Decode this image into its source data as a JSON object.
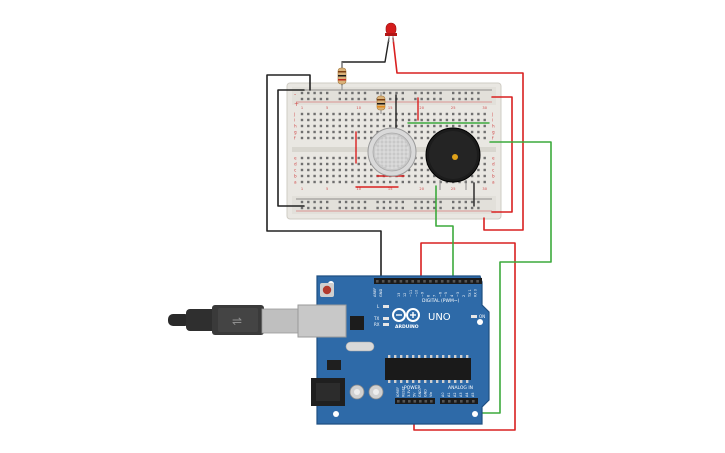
{
  "board": {
    "logo_text": "UNO",
    "digital_label": "DIGITAL (PWM~)",
    "power_label": "POWER",
    "analog_label": "ANALOG IN",
    "aref_label": "AREF",
    "gnd_label": "GND",
    "l_label": "L",
    "tx_label": "TX",
    "rx_label": "RX",
    "on_label": "ON",
    "digital_pins": [
      "13",
      "12",
      "~11",
      "~10",
      "~9",
      "8",
      "7",
      "~6",
      "~5",
      "4",
      "~3",
      "2",
      "TX 1",
      "RX 0"
    ],
    "power_pins": [
      "IOREF",
      "RESET",
      "3.3V",
      "5V",
      "GND",
      "GND",
      "Vin"
    ],
    "analog_pins": [
      "A0",
      "A1",
      "A2",
      "A3",
      "A4",
      "A5"
    ]
  },
  "breadboard": {
    "row_letters": [
      "j",
      "i",
      "h",
      "g",
      "f",
      "e",
      "d",
      "c",
      "b",
      "a"
    ],
    "column_numbers": [
      "1",
      "5",
      "10",
      "15",
      "20",
      "25",
      "30"
    ]
  },
  "colors": {
    "board": "#2e6aa8",
    "board_edge": "#1f4f82",
    "breadboard": "#e9e7e2",
    "wire_red": "#d92020",
    "wire_green": "#3caa3c",
    "wire_black": "#222222",
    "led": "#d41c1c"
  }
}
